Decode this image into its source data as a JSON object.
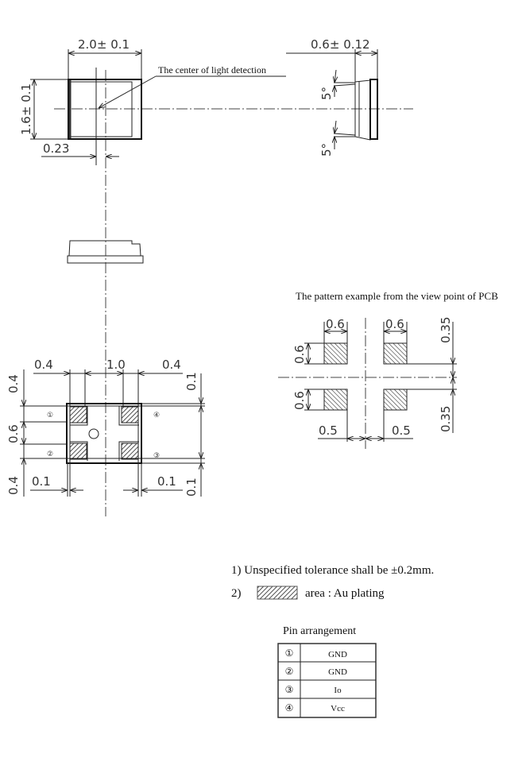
{
  "top_view": {
    "width_dim": "2.0± 0.1",
    "height_dim": "1.6± 0.1",
    "offset_dim": "0.23",
    "callout": "The center of light detection"
  },
  "side_view": {
    "thickness_dim": "0.6± 0.12",
    "angle_top": "5°",
    "angle_bottom": "5°"
  },
  "bottom_view": {
    "dims": {
      "left_pad_width": "0.4",
      "pad_spacing": "1.0",
      "right_pad_width": "0.4",
      "top_edge_right": "0.1",
      "top_pad_height": "0.4",
      "pad_gap": "0.6",
      "bottom_pad_height": "0.4",
      "left_edge_bottom": "0.1",
      "right_edge_bottom": "0.1",
      "bottom_edge_right": "0.1"
    },
    "pin_markers": [
      "①",
      "②",
      "③",
      "④"
    ]
  },
  "pcb_pattern": {
    "title": "The pattern example from the view point of PCB",
    "dims": {
      "left_pad_width": "0.6",
      "right_pad_width": "0.6",
      "top_pad_height": "0.6",
      "bottom_pad_height": "0.6",
      "top_offset": "0.35",
      "bottom_offset": "0.35",
      "left_gap": "0.5",
      "right_gap": "0.5"
    }
  },
  "notes": {
    "note1": "1)  Unspecified tolerance shall be ±0.2mm.",
    "note2_num": "2)",
    "note2_text": "area : Au plating"
  },
  "pin_table": {
    "title": "Pin arrangement",
    "rows": [
      {
        "pin": "①",
        "name": "GND"
      },
      {
        "pin": "②",
        "name": "GND"
      },
      {
        "pin": "③",
        "name": "Io"
      },
      {
        "pin": "④",
        "name": "Vcc"
      }
    ]
  },
  "colors": {
    "line": "#222222",
    "background": "#ffffff"
  }
}
